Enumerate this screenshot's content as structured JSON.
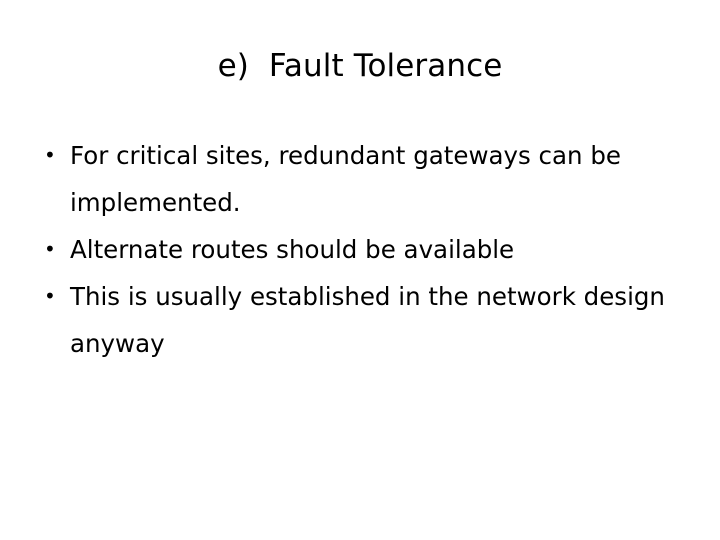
{
  "slide": {
    "title": "e)  Fault Tolerance",
    "background_color": "#ffffff",
    "text_color": "#000000",
    "bullet_glyph": "•",
    "bullets": [
      {
        "text": "For critical sites, redundant gateways can be implemented."
      },
      {
        "text": "Alternate routes should be available"
      },
      {
        "text": "This is usually established in the network design anyway"
      }
    ]
  }
}
